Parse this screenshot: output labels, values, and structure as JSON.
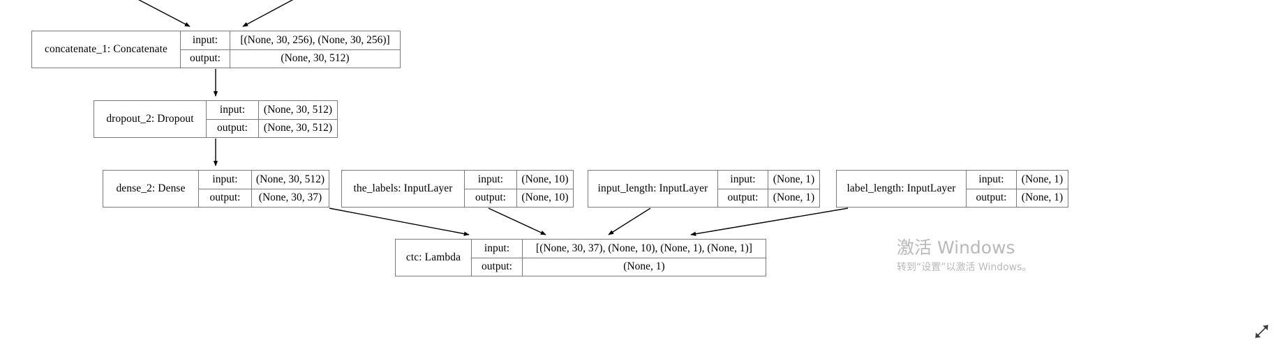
{
  "diagram": {
    "type": "keras-model-graph",
    "background_color": "#ffffff",
    "border_color": "#7a7a7a",
    "text_color": "#000000",
    "io_labels": {
      "input": "input:",
      "output": "output:"
    },
    "nodes": [
      {
        "id": "concatenate_1",
        "name": "concatenate_1: Concatenate",
        "input": "[(None, 30, 256), (None, 30, 256)]",
        "output": "(None, 30, 512)"
      },
      {
        "id": "dropout_2",
        "name": "dropout_2: Dropout",
        "input": "(None, 30, 512)",
        "output": "(None, 30, 512)"
      },
      {
        "id": "dense_2",
        "name": "dense_2: Dense",
        "input": "(None, 30, 512)",
        "output": "(None, 30, 37)"
      },
      {
        "id": "the_labels",
        "name": "the_labels: InputLayer",
        "input": "(None, 10)",
        "output": "(None, 10)"
      },
      {
        "id": "input_length",
        "name": "input_length: InputLayer",
        "input": "(None, 1)",
        "output": "(None, 1)"
      },
      {
        "id": "label_length",
        "name": "label_length: InputLayer",
        "input": "(None, 1)",
        "output": "(None, 1)"
      },
      {
        "id": "ctc",
        "name": "ctc: Lambda",
        "input": "[(None, 30, 37), (None, 10), (None, 1), (None, 1)]",
        "output": "(None, 1)"
      }
    ],
    "edges": [
      {
        "from": "offscreen-left",
        "to": "concatenate_1"
      },
      {
        "from": "offscreen-right",
        "to": "concatenate_1"
      },
      {
        "from": "concatenate_1",
        "to": "dropout_2"
      },
      {
        "from": "dropout_2",
        "to": "dense_2"
      },
      {
        "from": "dense_2",
        "to": "ctc"
      },
      {
        "from": "the_labels",
        "to": "ctc"
      },
      {
        "from": "input_length",
        "to": "ctc"
      },
      {
        "from": "label_length",
        "to": "ctc"
      }
    ]
  },
  "watermark": {
    "title": "激活 Windows",
    "subtitle": "转到“设置”以激活 Windows。",
    "color": "#b9b9b9"
  },
  "resize_handle": {
    "icon": "resize-diagonal-icon"
  }
}
